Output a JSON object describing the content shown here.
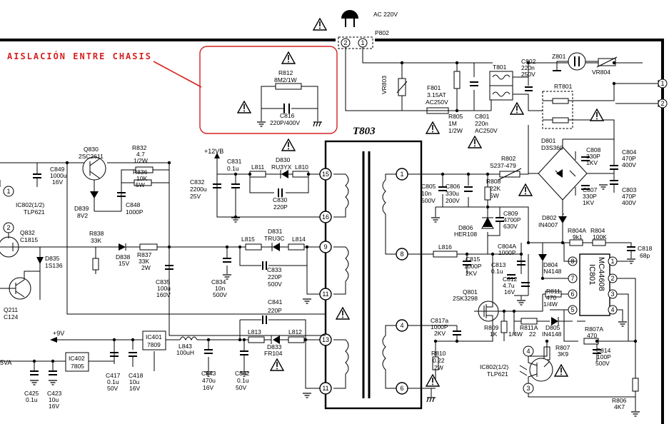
{
  "title": "T803",
  "note": "AISLACIÓN ENTRE CHASIS",
  "labels": {
    "ac220v": "AC 220V",
    "p802": "P802",
    "r812a": "R812",
    "r812b": "8M2/1W",
    "c816a": "C816",
    "c816b": "220P/400V",
    "vr803": "VR803",
    "f801a": "F801",
    "f801b": "3.15AT",
    "f801c": "AC250V",
    "r805a": "R805",
    "r805b": "1M",
    "r805c": "1/2W",
    "c801a": "C801",
    "c801b": "220n",
    "c801c": "AC250V",
    "t801": "T801",
    "c802a": "C802",
    "c802b": "220n",
    "c802c": "250V",
    "z801": "Z801",
    "vr804": "VR804",
    "rt801": "RT801",
    "d801a": "D801",
    "d801b": "D3S360",
    "c808a": "C808",
    "c808b": "330P",
    "c808c": "1KV",
    "c804a": "C804",
    "c804b": "470P",
    "c804c": "400V",
    "c807a": "C807",
    "c807b": "330P",
    "c807c": "1KV",
    "c803a": "C803",
    "c803b": "470P",
    "c803c": "400V",
    "r802a": "R802",
    "r802b": "S237-479",
    "c805a": "C805",
    "c805b": "10n",
    "c805c": "500V",
    "c806a": "C806",
    "c806b": "330u",
    "c806c": "200V",
    "r808a": "R808",
    "r808b": "22K",
    "r808c": "5W",
    "c809a": "C809",
    "c809b": "4700P",
    "c809c": "630V",
    "d806a": "D806",
    "d806b": "HER108",
    "d802a": "D802",
    "d802b": "IN4007",
    "r804aa": "R804A",
    "r804ab": "9k1",
    "r804a": "R804",
    "r804b": "100K",
    "c818a": "C818",
    "c818b": "68p",
    "l816": "L816",
    "c815a": "C815",
    "c815b": "1000P",
    "c815c": "2KV",
    "c804aa": "C804A",
    "c804ab": "1000P",
    "c813a": "C813",
    "c813b": "0.1u",
    "c812a": "C812",
    "c812b": "4.7u",
    "c812c": "16V",
    "d804a": "D804",
    "d804b": "IN4148",
    "ic801a": "MC44608",
    "ic801b": "IC801",
    "q801a": "Q801",
    "q801b": "2SK3298",
    "r811a": "R811",
    "r811b": "470",
    "r811c": "1/4W",
    "c817aa": "C817a",
    "c817ab": "1000P",
    "c817ac": "2KV",
    "r809a": "R809",
    "r809b": "1K",
    "r811aa": "R811A",
    "r811ab": "1/4W",
    "r811ac": "22",
    "d805a": "D805",
    "d805b": "IN4148",
    "r807aa": "R807A",
    "r807ab": "470",
    "r807a": "R807",
    "r807b": "3K9",
    "c814a": "C814",
    "c814b": "100P",
    "c814c": "500V",
    "r810a": "R810",
    "r810b": "0.22",
    "r810c": "2W",
    "ic802b1": "IC802(1/2)",
    "ic802b2": "TLP621",
    "r806a": "R806",
    "r806b": "4K7",
    "v12": "+12VB",
    "c831a": "C831",
    "c831b": "0.1u",
    "l811": "L811",
    "d830a": "D830",
    "d830b": "RU3YX",
    "l810": "L810",
    "c830a": "C830",
    "c830b": "220P",
    "c832a": "C832",
    "c832b": "2200u",
    "c832c": "25V",
    "c849a": "C849",
    "c849b": "1000u",
    "c849c": "16V",
    "q830a": "Q830",
    "q830b": "2SC2611",
    "r832a": "R832",
    "r832b": "4.7",
    "r832c": "1/2W",
    "r836a": "R836",
    "r836b": "10K",
    "r836c": "5W",
    "c848a": "C848",
    "c848b": "1000P",
    "d839a": "D839",
    "d839b": "8V2",
    "ic802a1": "IC802(1/2)",
    "ic802a2": "TLP621",
    "q832a": "Q832",
    "q832b": "C1815",
    "r838a": "R838",
    "r838b": "33K",
    "d835a": "D835",
    "d835b": "1S136",
    "d838a": "D838",
    "d838b": "15V",
    "r837a": "R837",
    "r837b": "33K",
    "r837c": "2W",
    "l815": "L815",
    "d831a": "D831",
    "d831b": "TRU3C",
    "l814": "L814",
    "c833a": "C833",
    "c833b": "220P",
    "c833c": "500V",
    "c835a": "C835",
    "c835b": "100u",
    "c835c": "160V",
    "c834a": "C834",
    "c834b": "10n",
    "c834c": "500V",
    "q211a": "Q211",
    "q211b": "C124",
    "c841a": "C841",
    "c841b": "220P",
    "l813": "L813",
    "l812": "L812",
    "d833a": "D833",
    "d833b": "FR104",
    "v9": "+9V",
    "ic401a": "IC401",
    "ic401b": "7809",
    "l843a": "L843",
    "l843b": "100uH",
    "c843a": "C843",
    "c843b": "470u",
    "c843c": "16V",
    "c842a": "C842",
    "c842b": "0.1u",
    "c842c": "50V",
    "ic402a": "IC402",
    "ic402b": "7805",
    "v5": "5VA",
    "c417a": "C417",
    "c417b": "0.1u",
    "c417c": "50V",
    "c418a": "C418",
    "c418b": "10u",
    "c418c": "16V",
    "c425a": "C425",
    "c425b": "0.1u",
    "c423a": "C423",
    "c423b": "10u",
    "c423c": "16V"
  },
  "pins": {
    "p15": "15",
    "p16": "16",
    "p9": "9",
    "p11a": "11",
    "p13": "13",
    "p11b": "11",
    "p1": "1",
    "p8": "8",
    "p4": "4",
    "p6": "6",
    "ic1": "1",
    "ic2": "2",
    "ic3": "3",
    "ic4": "4",
    "ic5": "5",
    "ic6": "6",
    "ic7": "7",
    "ic8": "8",
    "o1": "1",
    "o2": "2",
    "o3": "3",
    "o4": "4",
    "con1": "1",
    "con2": "2",
    "pl1": "1",
    "pl2": "2"
  }
}
